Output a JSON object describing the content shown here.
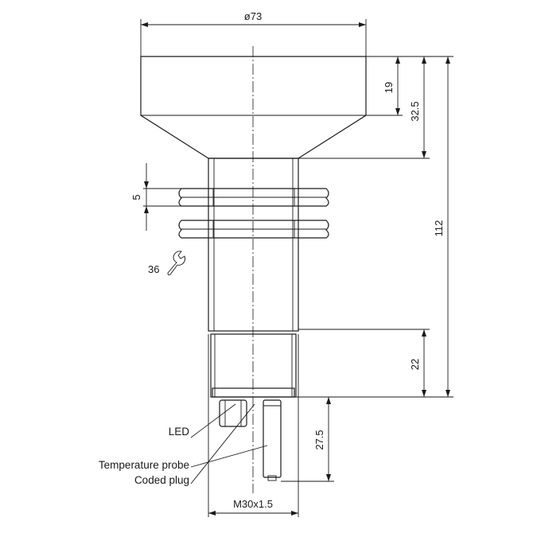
{
  "colors": {
    "body_fill": "#8ff2dc",
    "line": "#1a1a1a",
    "probe_fill": "#8a8a8a"
  },
  "dimensions": {
    "head_diameter": "ø73",
    "head_height": "19",
    "head_total_height": "32.5",
    "overall_length": "112",
    "nut_thickness": "5",
    "wrench_size": "36",
    "lower_length": "22",
    "probe_length": "27.5",
    "thread": "M30x1.5"
  },
  "callouts": {
    "led": "LED",
    "temperature_probe": "Temperature probe",
    "coded_plug": "Coded plug"
  },
  "icons": {
    "wrench": "wrench-icon"
  }
}
